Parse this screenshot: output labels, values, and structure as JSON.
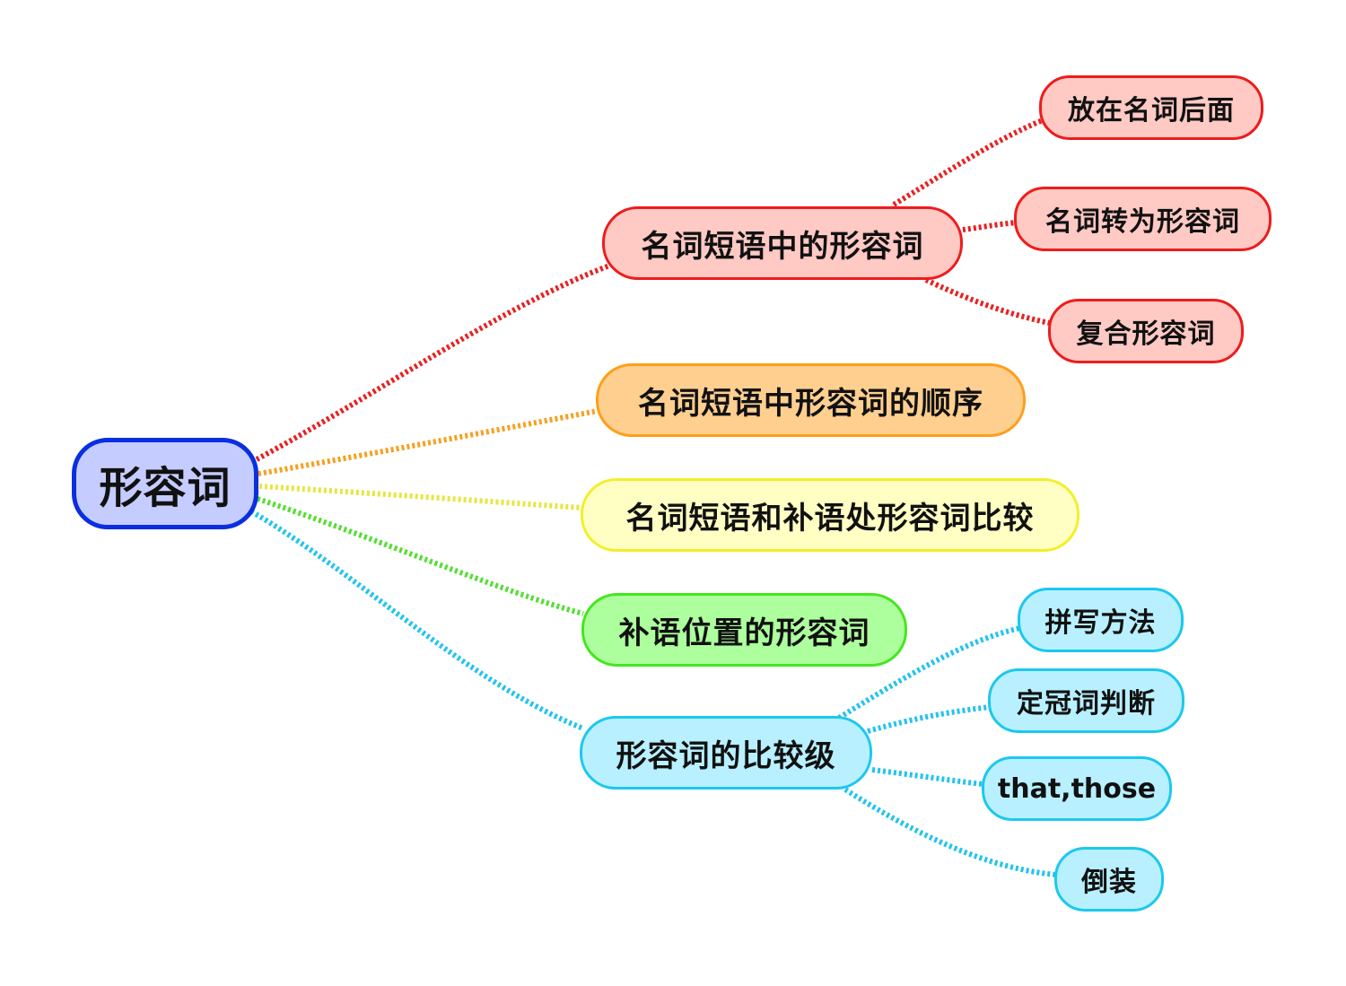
{
  "root": {
    "label": "形容词",
    "fill": "#c5ccff",
    "border": "#0a2ee0"
  },
  "branches": [
    {
      "id": "b1",
      "label": "名词短语中的形容词",
      "fill": "#ffc9c4",
      "border": "#ee1c1c",
      "line": "#e82020",
      "children": [
        {
          "label": "放在名词后面"
        },
        {
          "label": "名词转为形容词"
        },
        {
          "label": "复合形容词"
        }
      ]
    },
    {
      "id": "b2",
      "label": "名词短语中形容词的顺序",
      "fill": "#ffcf90",
      "border": "#ff9e1a",
      "line": "#f5a020",
      "children": []
    },
    {
      "id": "b3",
      "label": "名词短语和补语处形容词比较",
      "fill": "#ffffc4",
      "border": "#f2ef2a",
      "line": "#e6e640",
      "children": []
    },
    {
      "id": "b4",
      "label": "补语位置的形容词",
      "fill": "#adff9d",
      "border": "#44e61e",
      "line": "#55dd33",
      "children": []
    },
    {
      "id": "b5",
      "label": "形容词的比较级",
      "fill": "#b8f0ff",
      "border": "#1cc8ee",
      "line": "#22c3ee",
      "children": [
        {
          "label": "拼写方法"
        },
        {
          "label": "定冠词判断"
        },
        {
          "label": "that,those"
        },
        {
          "label": "倒装"
        }
      ]
    }
  ]
}
